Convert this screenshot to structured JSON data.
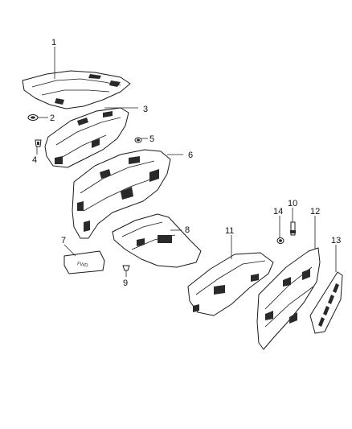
{
  "callouts": {
    "c1": "1",
    "c2": "2",
    "c3": "3",
    "c4": "4",
    "c5": "5",
    "c6": "6",
    "c7": "7",
    "c8": "8",
    "c9": "9",
    "c10": "10",
    "c11": "11",
    "c12": "12",
    "c13": "13",
    "c14": "14"
  },
  "mat_label": "FWD",
  "colors": {
    "line": "#1a1a1a",
    "fill": "#ffffff",
    "shade": "#2a2a2a"
  }
}
